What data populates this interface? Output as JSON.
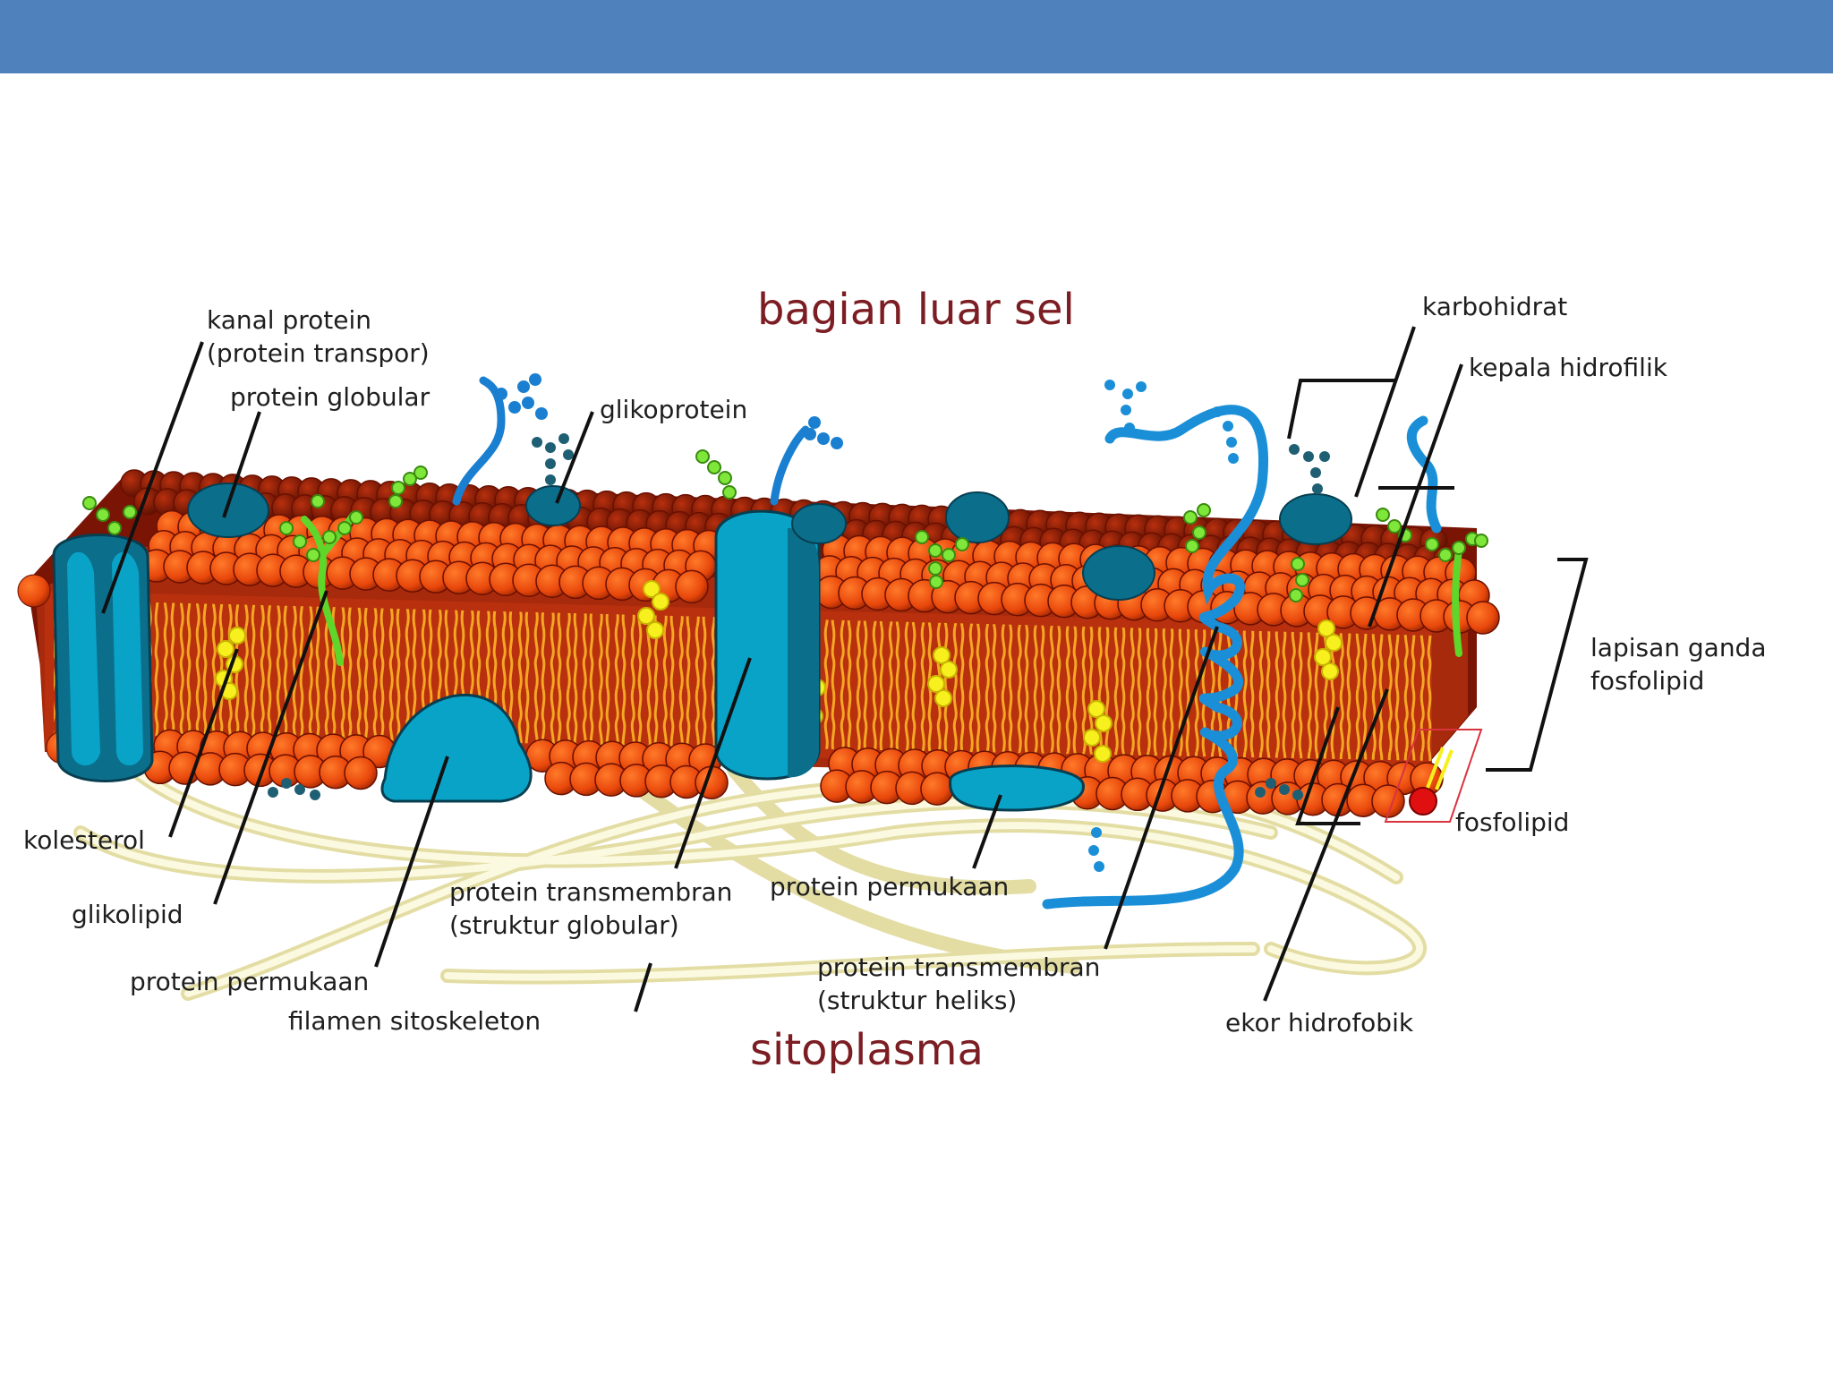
{
  "slide": {
    "header_color": "#4f81bd"
  },
  "diagram": {
    "regions": {
      "outside": "bagian luar sel",
      "inside": "sitoplasma"
    },
    "labels": {
      "kanal_protein": [
        "kanal protein",
        "(protein transpor)"
      ],
      "protein_globular": "protein globular",
      "glikoprotein": "glikoprotein",
      "karbohidrat": "karbohidrat",
      "kepala_hidrofilik": "kepala hidrofilik",
      "lapisan_ganda": [
        "lapisan ganda",
        "fosfolipid"
      ],
      "fosfolipid": "fosfolipid",
      "kolesterol": "kolesterol",
      "glikolipid": "glikolipid",
      "protein_permukaan_left": "protein permukaan",
      "filamen": "filamen sitoskeleton",
      "transmembran_globular": [
        "protein transmembran",
        "(struktur globular)"
      ],
      "protein_permukaan_mid": "protein permukaan",
      "transmembran_heliks": [
        "protein transmembran",
        "(struktur heliks)"
      ],
      "ekor_hidrofobik": "ekor hidrofobik"
    },
    "colors": {
      "head": "#e8470b",
      "head_dark": "#7a1505",
      "tail": "#f5a623",
      "protein": "#0aa3c8",
      "protein_dark": "#0b5f7a",
      "sugar": "#7fe63a",
      "cholesterol": "#f7f01e",
      "helix": "#1a8fd8",
      "filament": "#f3f1c8",
      "region_text": "#7b1d22"
    }
  }
}
